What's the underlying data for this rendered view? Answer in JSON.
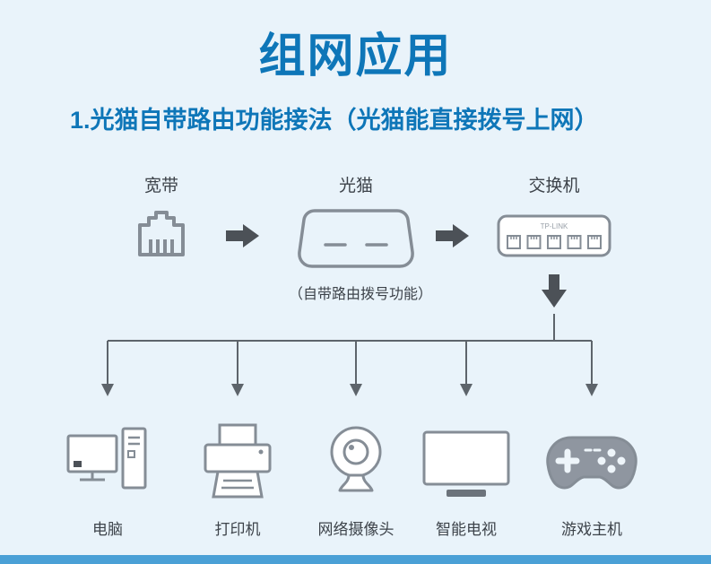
{
  "page": {
    "title": "组网应用",
    "subtitle": "1.光猫自带路由功能接法（光猫能直接拨号上网）"
  },
  "flow": {
    "broadband_label": "宽带",
    "modem_label": "光猫",
    "modem_note": "（自带路由拨号功能）",
    "switch_label": "交换机",
    "switch_brand": "TP-LINK"
  },
  "devices": [
    {
      "label": "电脑"
    },
    {
      "label": "打印机"
    },
    {
      "label": "网络摄像头"
    },
    {
      "label": "智能电视"
    },
    {
      "label": "游戏主机"
    }
  ],
  "colors": {
    "heading": "#0e76b8",
    "icon_stroke": "#858d96",
    "arrow_fill": "#4c5157",
    "connector": "#5d646b",
    "background": "#e9f3fa",
    "footer_bar": "#4aa0d6",
    "label_text": "#3d434a"
  }
}
